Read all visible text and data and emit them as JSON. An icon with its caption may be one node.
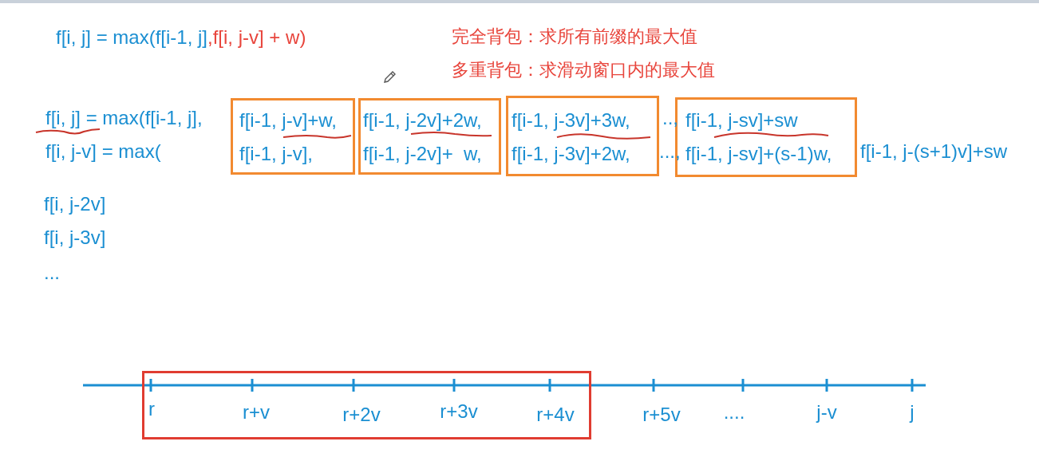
{
  "diagram": {
    "nodes": [
      {
        "text": [
          "f[i-1, j-v]+w,",
          "f[i-1, j-v],"
        ]
      },
      {
        "text": [
          "f[i-1, j-2v]+2w,",
          "f[i-1, j-2v]+  w,"
        ]
      },
      {
        "text": [
          "f[i-1, j-3v]+3w,",
          "f[i-1, j-3v]+2w,"
        ]
      },
      {
        "text": [
          "f[i-1, j-sv]+sw",
          "f[i-1, j-sv]+(s-1)w,"
        ]
      },
      {
        "text": [
          "r",
          "r+v",
          "r+2v",
          "r+3v",
          "r+4v"
        ]
      }
    ],
    "edges": [],
    "labels": [
      "f[i, j] = max(f[i-1, j]",
      ",f[i, j-v] + w)",
      "完全背包：求所有前缀的最大值",
      "多重背包：求滑动窗口内的最大值",
      "f[i, j] = max(f[i-1, j],",
      "..,",
      "f[i, j-v] = max(",
      "...,",
      "f[i-1, j-(s+1)v]+sw",
      "f[i, j-2v]",
      "f[i, j-3v]",
      "...",
      "r+5v",
      "....",
      "j-v",
      "j"
    ]
  }
}
